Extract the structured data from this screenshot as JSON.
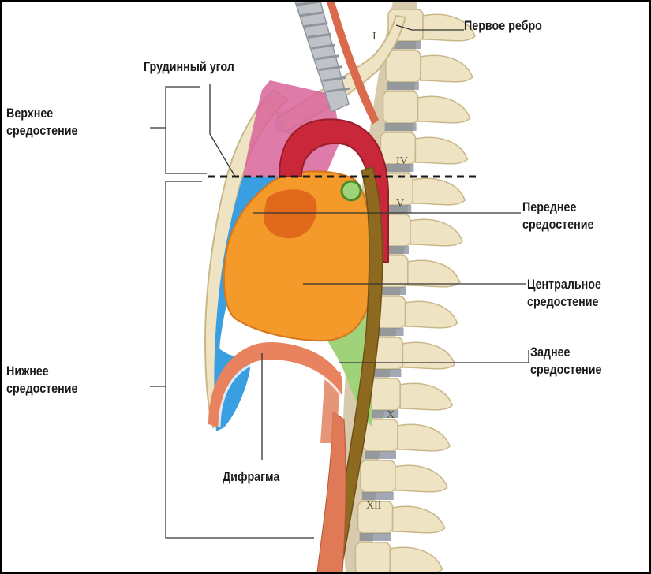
{
  "labels": {
    "first_rib": "Первое ребро",
    "sternal_angle": "Грудинный угол",
    "superior_mediastinum": [
      "Верхнее",
      "средостение"
    ],
    "anterior_mediastinum": [
      "Переднее",
      "средостение"
    ],
    "middle_mediastinum": [
      "Центральное",
      "средостение"
    ],
    "posterior_mediastinum": [
      "Заднее",
      "средостение"
    ],
    "inferior_mediastinum": [
      "Нижнее",
      "средостение"
    ],
    "diaphragm": "Дифрагма"
  },
  "vertebra_numbers": [
    "I",
    "IV",
    "V",
    "X",
    "XII"
  ],
  "colors": {
    "bone": "#eee3c2",
    "bone_shadow": "#c9b78a",
    "heart": "#f39a2a",
    "heart_dark": "#e0691c",
    "aorta": "#c8283a",
    "anterior_region": "#3a9fe0",
    "posterior_region": "#9fd279",
    "superior_region": "#d9649a",
    "esophagus": "#8e6a20",
    "diaphragm": "#e9825f",
    "trachea": "#bfc3c8"
  }
}
